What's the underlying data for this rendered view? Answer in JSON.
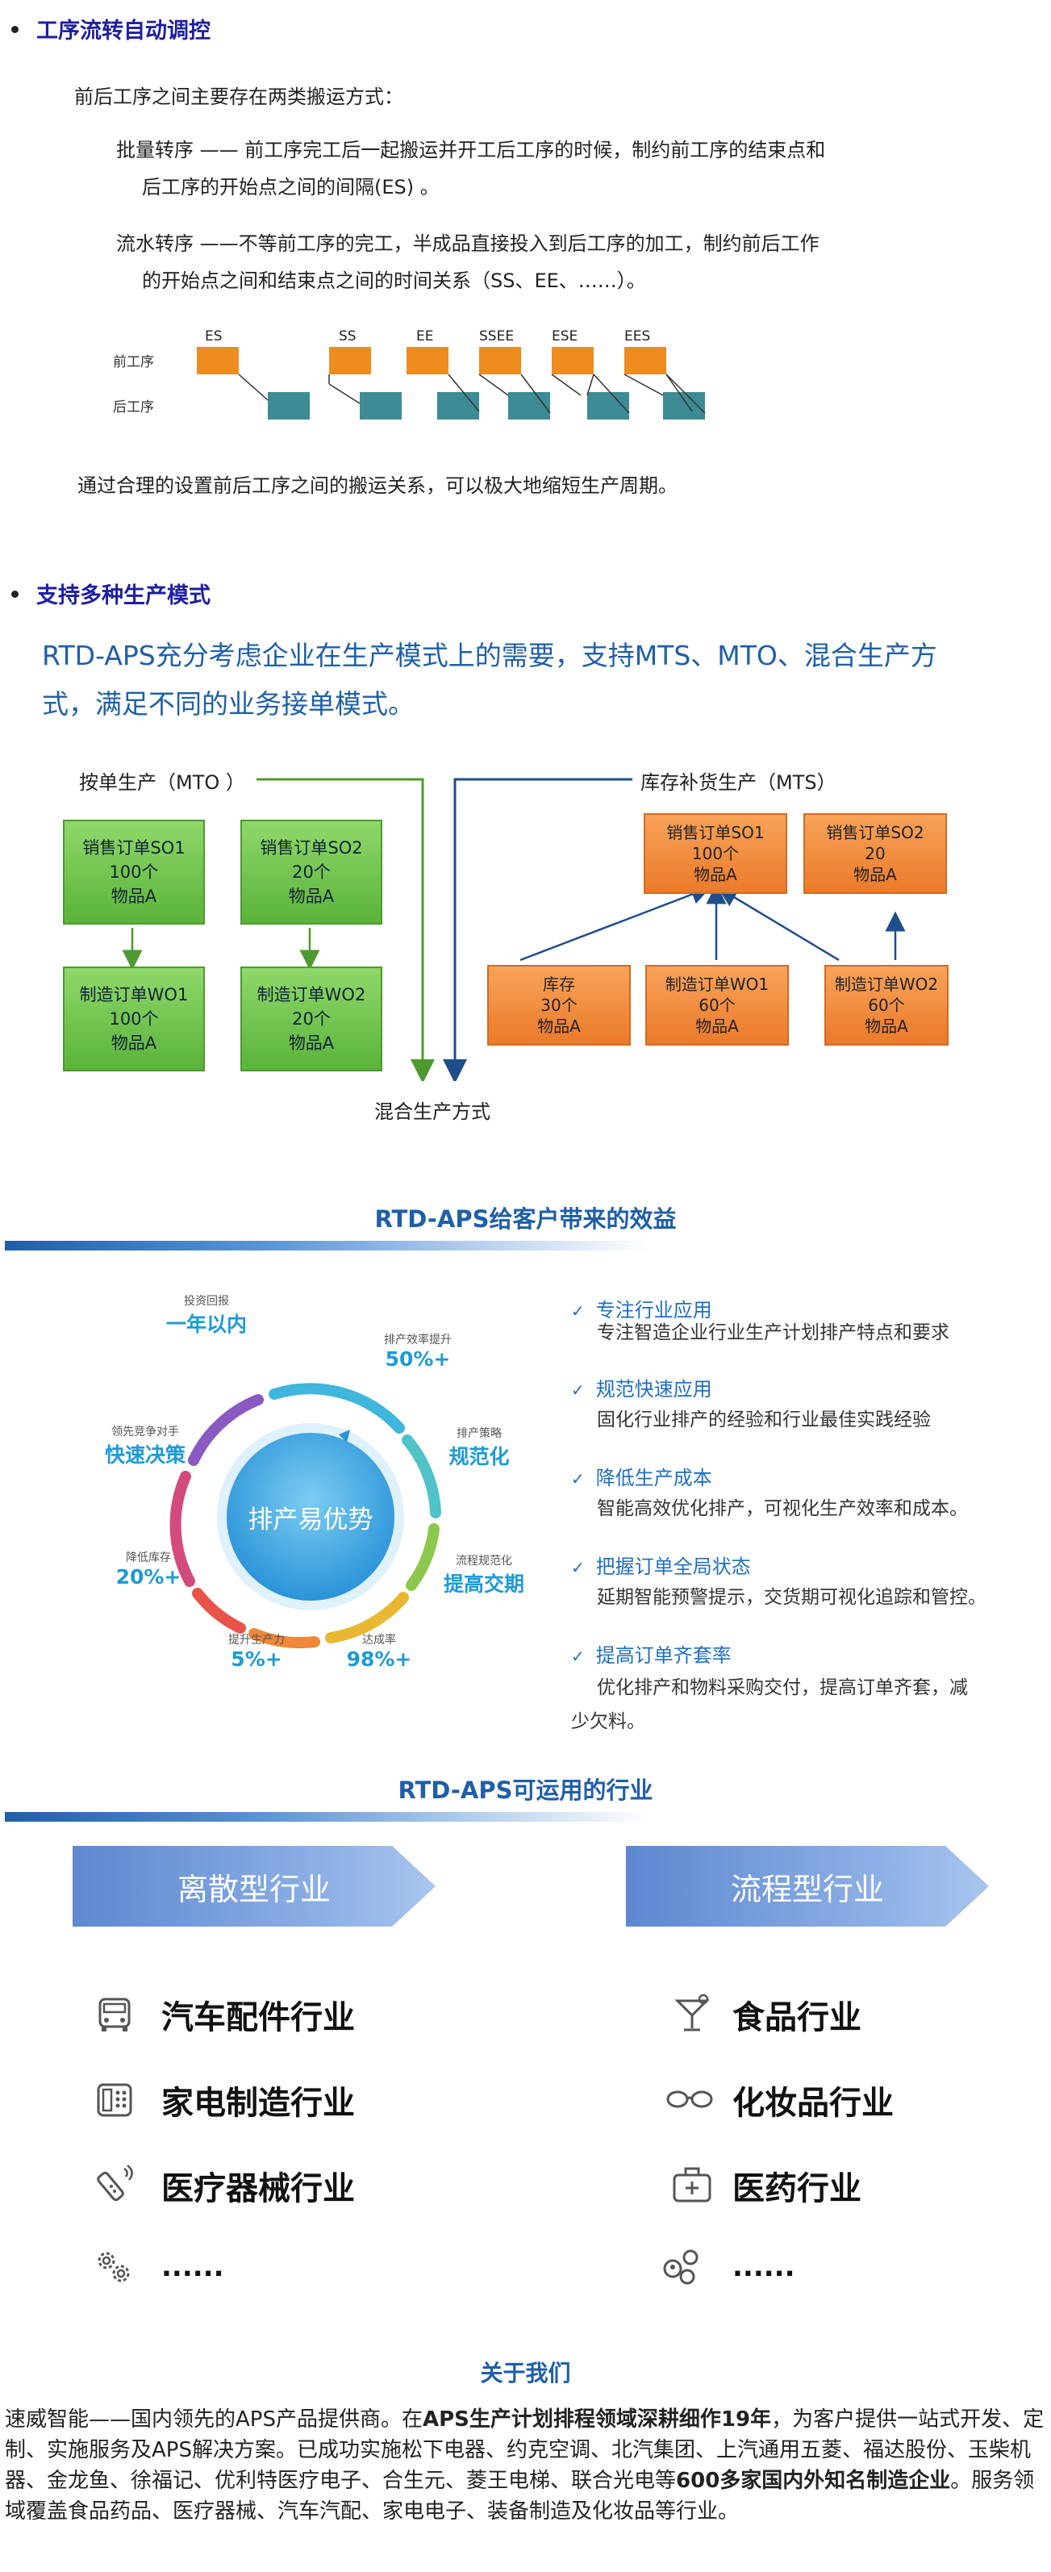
{
  "s1": {
    "title": "工序流转自动调控",
    "intro": "前后工序之间主要存在两类搬运方式：",
    "batch_line1": "批量转序 —— 前工序完工后一起搬运并开工后工序的时候，制约前工序的结束点和",
    "batch_line2": "后工序的开始点之间的间隔(ES) 。",
    "flow_line1": "流水转序 ——不等前工序的完工，半成品直接投入到后工序的加工，制约前后工作",
    "flow_line2": "的开始点之间和结束点之间的时间关系（SS、EE、……）。",
    "row_pre": "前工序",
    "row_post": "后工序",
    "gantt_labels": [
      "ES",
      "SS",
      "EE",
      "SSEE",
      "ESE",
      "EES"
    ],
    "conclusion": "通过合理的设置前后工序之间的搬运关系，可以极大地缩短生产周期。"
  },
  "s2": {
    "title": "支持多种生产模式",
    "lead_line1": "RTD-APS充分考虑企业在生产模式上的需要，支持MTS、MTO、混合生产方",
    "lead_line2": "式，满足不同的业务接单模式。",
    "mto_label": "按单生产（MTO ）",
    "mts_label": "库存补货生产（MTS）",
    "mixed_label": "混合生产方式",
    "mto_boxes": [
      "销售订单SO1\n100个\n物品A",
      "销售订单SO2\n20个\n物品A",
      "制造订单WO1\n100个\n物品A",
      "制造订单WO2\n20个\n物品A"
    ],
    "mts_boxes": [
      "销售订单SO1\n100个\n物品A",
      "销售订单SO2\n20\n物品A",
      "库存\n30个\n物品A",
      "制造订单WO1\n60个\n物品A",
      "制造订单WO2\n60个\n物品A"
    ]
  },
  "s3": {
    "title": "RTD-APS给客户带来的效益",
    "center": "排产易优势",
    "ring": [
      {
        "small": "投资回报",
        "big": "一年以内"
      },
      {
        "small": "排产效率提升",
        "big": "50%+"
      },
      {
        "small": "排产策略",
        "big": "规范化"
      },
      {
        "small": "流程规范化",
        "big": "提高交期"
      },
      {
        "small": "达成率",
        "big": "98%+"
      },
      {
        "small": "提升生产力",
        "big": "5%+"
      },
      {
        "small": "降低库存",
        "big": "20%+"
      },
      {
        "small": "领先竞争对手",
        "big": "快速决策"
      }
    ],
    "benefits": [
      {
        "h": "专注行业应用",
        "d": "专注智造企业行业生产计划排产特点和要求"
      },
      {
        "h": "规范快速应用",
        "d": "固化行业排产的经验和行业最佳实践经验"
      },
      {
        "h": "降低生产成本",
        "d": "智能高效优化排产，可视化生产效率和成本。"
      },
      {
        "h": "把握订单全局状态",
        "d": " 延期智能预警提示，交货期可视化追踪和管控。"
      },
      {
        "h": "提高订单齐套率",
        "d": "  优化排产和物料采购交付，提高订单齐套，减",
        "d2": "少欠料。"
      }
    ]
  },
  "s4": {
    "title": "RTD-APS可运用的行业",
    "left_banner": "离散型行业",
    "right_banner": "流程型行业",
    "left": [
      "汽车配件行业",
      "家电制造行业",
      "医疗器械行业",
      "......"
    ],
    "right": [
      "食品行业",
      "化妆品行业",
      "医药行业",
      "......"
    ]
  },
  "about": {
    "title": "关于我们",
    "p1": "速威智能——国内领先的APS产品提供商。在",
    "b1": "APS生产计划排程领域深耕细作19年",
    "p2": "，为客户提供一站式开发、定制、实施服务及APS解决方案。已成功实施松下电器、约克空调、北汽集团、上汽通用五菱、福达股份、玉柴机器、金龙鱼、徐福记、优利特医疗电子、合生元、菱王电梯、联合光电等",
    "b2": "600多家国内外知名制造企业",
    "p3": "。服务领域覆盖食品药品、医疗器械、汽车汽配、家电电子、装备制造及化妆品等行业。"
  },
  "colors": {
    "heading": "#1f1fa0",
    "accent": "#1f5fa8",
    "green": "#5ab33a",
    "orange": "#ec7a2a",
    "teal": "#3d8b94"
  }
}
